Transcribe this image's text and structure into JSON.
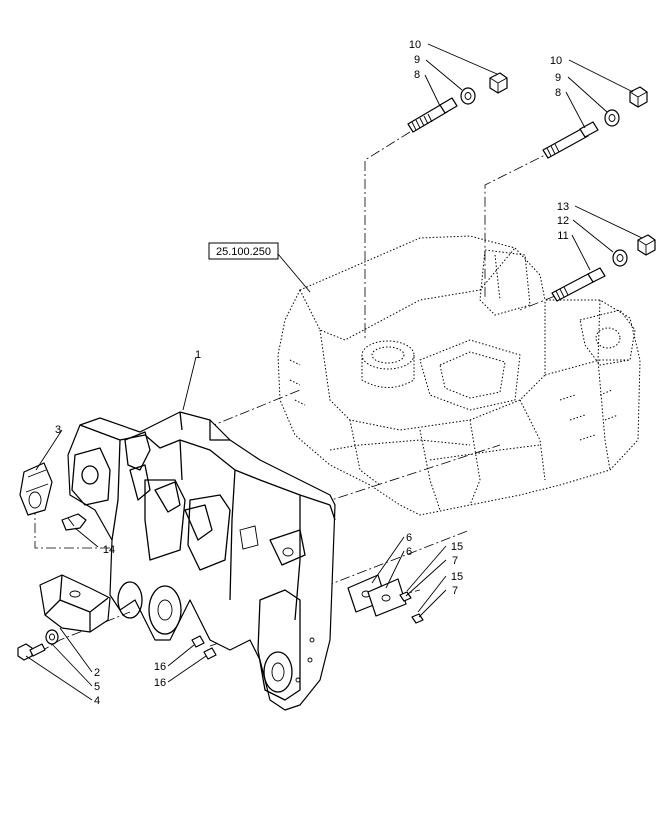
{
  "reference_box": {
    "text": "25.100.250"
  },
  "callouts": [
    {
      "id": "c10a",
      "text": "10"
    },
    {
      "id": "c9a",
      "text": "9"
    },
    {
      "id": "c8a",
      "text": "8"
    },
    {
      "id": "c10b",
      "text": "10"
    },
    {
      "id": "c9b",
      "text": "9"
    },
    {
      "id": "c8b",
      "text": "8"
    },
    {
      "id": "c13",
      "text": "13"
    },
    {
      "id": "c12",
      "text": "12"
    },
    {
      "id": "c11",
      "text": "11"
    },
    {
      "id": "c1",
      "text": "1"
    },
    {
      "id": "c3",
      "text": "3"
    },
    {
      "id": "c14",
      "text": "14"
    },
    {
      "id": "c6a",
      "text": "6"
    },
    {
      "id": "c6b",
      "text": "6"
    },
    {
      "id": "c15a",
      "text": "15"
    },
    {
      "id": "c7a",
      "text": "7"
    },
    {
      "id": "c15b",
      "text": "15"
    },
    {
      "id": "c7b",
      "text": "7"
    },
    {
      "id": "c16a",
      "text": "16"
    },
    {
      "id": "c16b",
      "text": "16"
    },
    {
      "id": "c2",
      "text": "2"
    },
    {
      "id": "c5",
      "text": "5"
    },
    {
      "id": "c4",
      "text": "4"
    }
  ]
}
